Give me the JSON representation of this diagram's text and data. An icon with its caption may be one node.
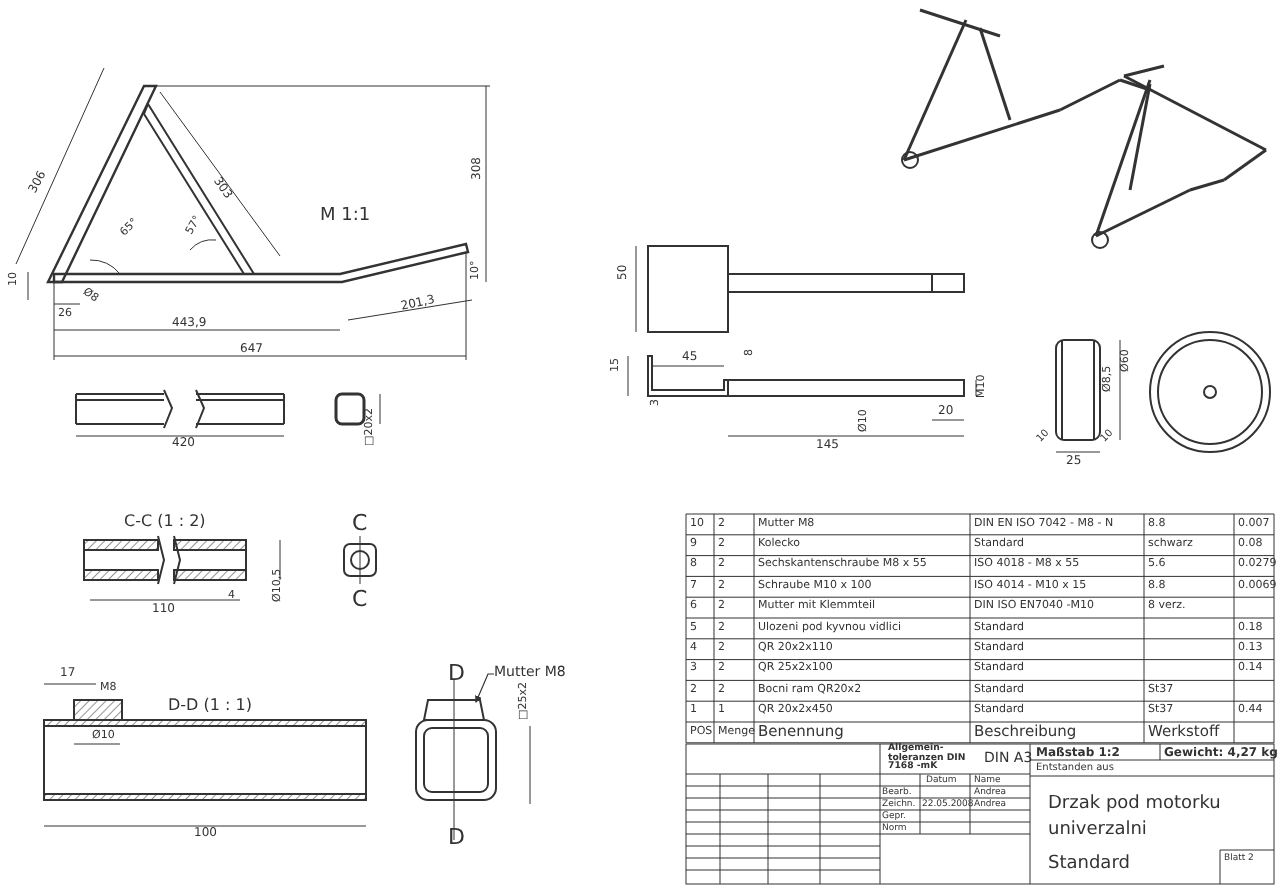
{
  "diagram": {
    "nodes": [
      {
        "text": [
          "Mutter M8"
        ]
      },
      {
        "text": [],
        "shape": "box"
      }
    ],
    "edges": [
      {
        "from": 0,
        "to": 1,
        "arrow": "to"
      }
    ],
    "labels": [
      "306",
      "303",
      "65°",
      "57°",
      "308",
      "M 1:1",
      "10",
      "26",
      "Ø8",
      "443,9",
      "201,3",
      "10°",
      "647",
      "420",
      "□20x2",
      "C-C (1 : 2)",
      "110",
      "4",
      "Ø10,5",
      "C",
      "C",
      "17",
      "M8",
      "D-D (1 : 1)",
      "Ø10",
      "100",
      "D",
      "□25x2",
      "D",
      "50",
      "45",
      "15",
      "3",
      "8",
      "Ø10",
      "20",
      "M10",
      "145",
      "Ø60",
      "Ø8,5",
      "25",
      "10",
      "10",
      "10",
      "2",
      "Mutter M8",
      "DIN EN ISO 7042 - M8 - N",
      "8.8",
      "0.007",
      "9",
      "2",
      "Kolecko",
      "Standard",
      "schwarz",
      "0.08",
      "8",
      "2",
      "Sechskantenschraube M8 x 55",
      "ISO 4018 - M8 x 55",
      "5.6",
      "0.0279",
      "7",
      "2",
      "Schraube M10 x 100",
      "ISO 4014 - M10 x 15",
      "8.8",
      "0.0069",
      "6",
      "2",
      "Mutter mit Klemmteil",
      "DIN ISO EN7040 -M10",
      "8 verz.",
      "5",
      "2",
      "Ulozeni pod kyvnou vidlici",
      "Standard",
      "0.18",
      "4",
      "2",
      "QR 20x2x110",
      "Standard",
      "0.13",
      "3",
      "2",
      "QR 25x2x100",
      "Standard",
      "0.14",
      "2",
      "2",
      "Bocni ram QR20x2",
      "Standard",
      "St37",
      "1",
      "1",
      "QR 20x2x450",
      "Standard",
      "St37",
      "0.44",
      "POS",
      "Menge",
      "Benennung",
      "Beschreibung",
      "Werkstoff",
      "Allgemein-toleranzen DIN 7168 -mK",
      "DIN A3",
      "Maßstab 1:2",
      "Gewicht: 4,27 kg",
      "Entstanden aus",
      "Datum",
      "Name",
      "Bearb.",
      "Andrea",
      "Zeichn.",
      "22.05.2008",
      "Andrea",
      "Gepr.",
      "Norm",
      "Drzak pod motorku univerzalni",
      "Standard",
      "Blatt 2"
    ]
  }
}
